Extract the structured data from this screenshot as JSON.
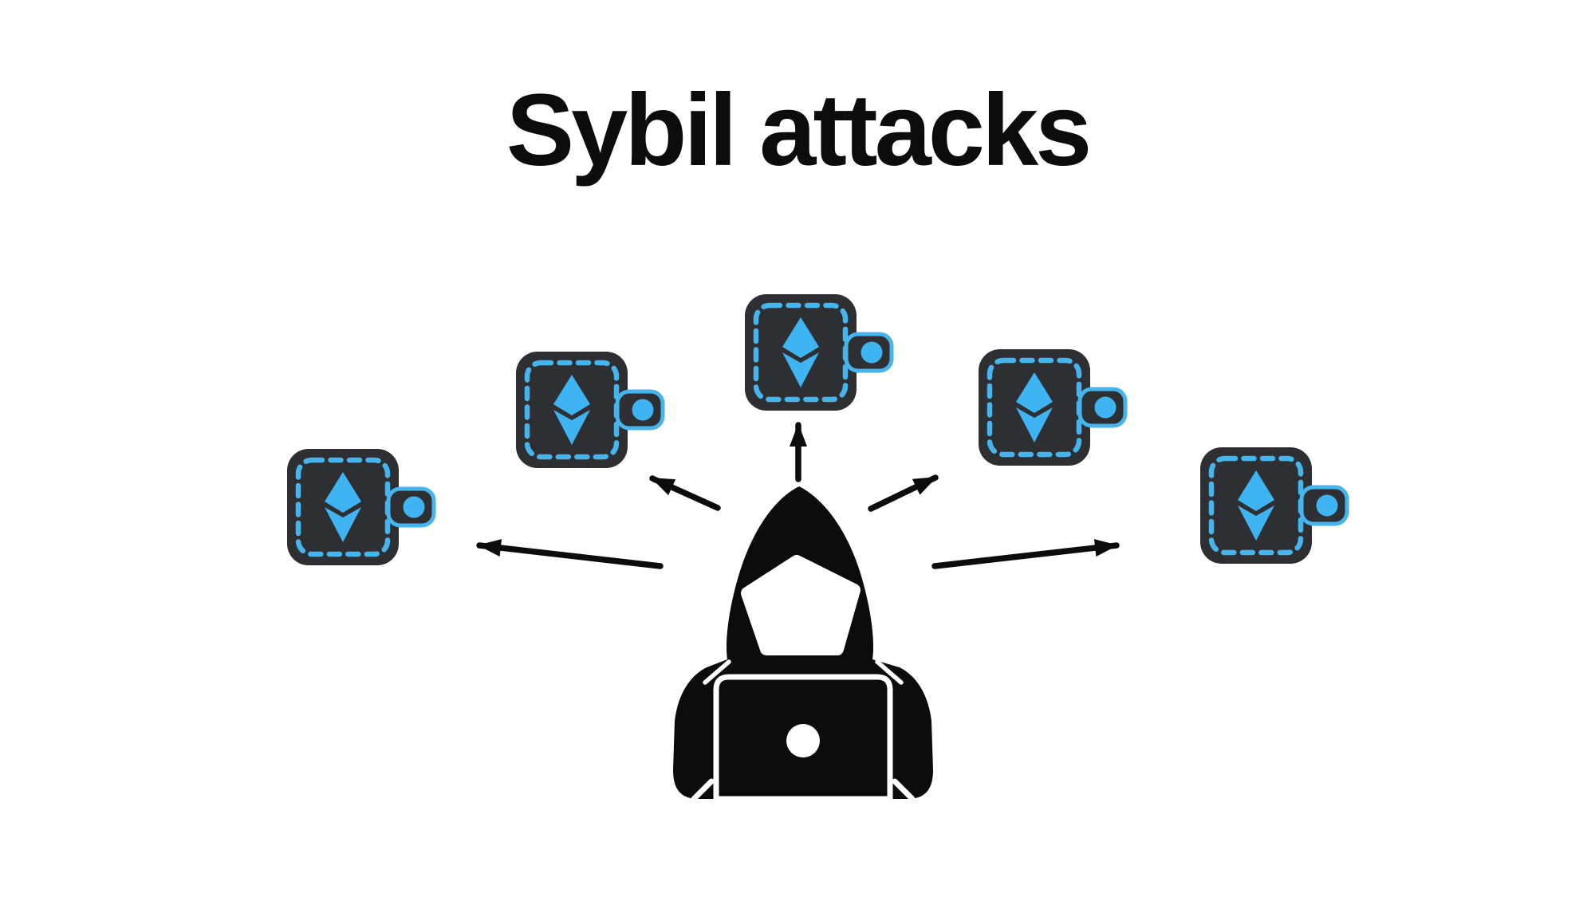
{
  "title": {
    "text": "Sybil attacks"
  },
  "colors": {
    "background": "#ffffff",
    "ink_black": "#0c0c0c",
    "wallet_body_dark": "#2e2f32",
    "wallet_dashed_outline_blue": "#46b5ee",
    "ethereum_blue": "#3eb4f2"
  },
  "diagram": {
    "attacker": {
      "icon": "hooded-hacker-laptop-icon"
    },
    "wallets": [
      {
        "id": "far-left",
        "icon": "ethereum-wallet-icon"
      },
      {
        "id": "mid-left",
        "icon": "ethereum-wallet-icon"
      },
      {
        "id": "top-center",
        "icon": "ethereum-wallet-icon"
      },
      {
        "id": "mid-right",
        "icon": "ethereum-wallet-icon"
      },
      {
        "id": "far-right",
        "icon": "ethereum-wallet-icon"
      }
    ],
    "arrows": [
      {
        "id": "arrow-far-left",
        "from": "attacker",
        "to": "far-left"
      },
      {
        "id": "arrow-mid-left",
        "from": "attacker",
        "to": "mid-left"
      },
      {
        "id": "arrow-top-center",
        "from": "attacker",
        "to": "top-center"
      },
      {
        "id": "arrow-mid-right",
        "from": "attacker",
        "to": "mid-right"
      },
      {
        "id": "arrow-far-right",
        "from": "attacker",
        "to": "far-right"
      }
    ]
  }
}
